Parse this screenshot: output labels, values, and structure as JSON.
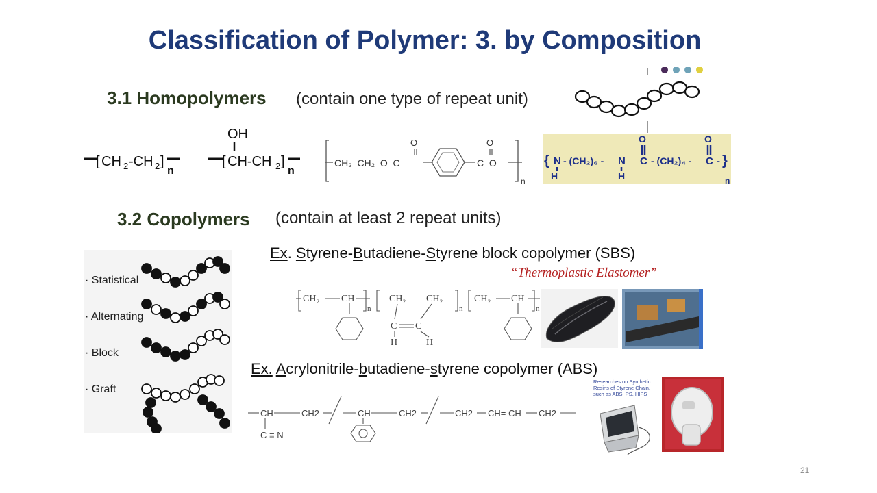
{
  "slide": {
    "title": "Classification of Polymer: 3. by Composition",
    "page_number": "21"
  },
  "homopolymers": {
    "heading": "3.1 Homopolymers",
    "description": "(contain one type of repeat unit)",
    "formula_pe_1": "CH",
    "formula_pe_sub1": "2",
    "formula_pe_2": "-CH",
    "formula_pe_sub2": "2",
    "formula_pva_oh": "OH",
    "formula_pva_1": "CH-CH",
    "formula_pva_sub": "2",
    "n": "n",
    "pet_left": "CH₂–CH₂–O–C",
    "pet_right": "C–O",
    "pet_o": "O",
    "nylon_n": "N",
    "nylon_h": "H",
    "nylon_ch2_6": "- (CH₂)₆ -",
    "nylon_ch2_4": "- (CH₂)₄ -",
    "nylon_c": "C",
    "nylon_o": "O"
  },
  "copolymers": {
    "heading": "3.2 Copolymers",
    "description": "(contain at least 2 repeat units)",
    "types": [
      "Statistical",
      "Alternating",
      "Block",
      "Graft"
    ],
    "sbs": {
      "ex": "Ex",
      "dot": ". ",
      "s1": "S",
      "t1": "tyrene-",
      "b": "B",
      "t2": "utadiene-",
      "s2": "S",
      "t3": "tyrene block copolymer (SBS)",
      "note": "“Thermoplastic Elastomer”",
      "ch2": "CH₂",
      "ch": "CH",
      "c": "C",
      "h": "H",
      "n": "n"
    },
    "abs": {
      "ex": "Ex.",
      "a": "A",
      "t1": "crylonitrile-",
      "b": "b",
      "t2": "utadiene-",
      "s": "s",
      "t3": "tyrene copolymer (ABS)",
      "ch": "CH",
      "ch2": "CH2",
      "cn": "C ≡ N",
      "ch_eq_ch": "CH= CH",
      "photo_caption": "Researches on Synthetic Resins of Styrene Chain, such as ABS, PS, HIPS"
    }
  },
  "colors": {
    "title": "#1f3a78",
    "heading": "#2b3a20",
    "accent_red": "#b42020",
    "nylon_bg": "#efe9b8",
    "nylon_text": "#1c2f8a"
  },
  "icons": [
    "chain-bead-icon",
    "benzene-ring-icon",
    "shoe-sole-icon",
    "conveyor-photo-icon",
    "monitor-photo-icon",
    "appliance-photo-icon"
  ]
}
